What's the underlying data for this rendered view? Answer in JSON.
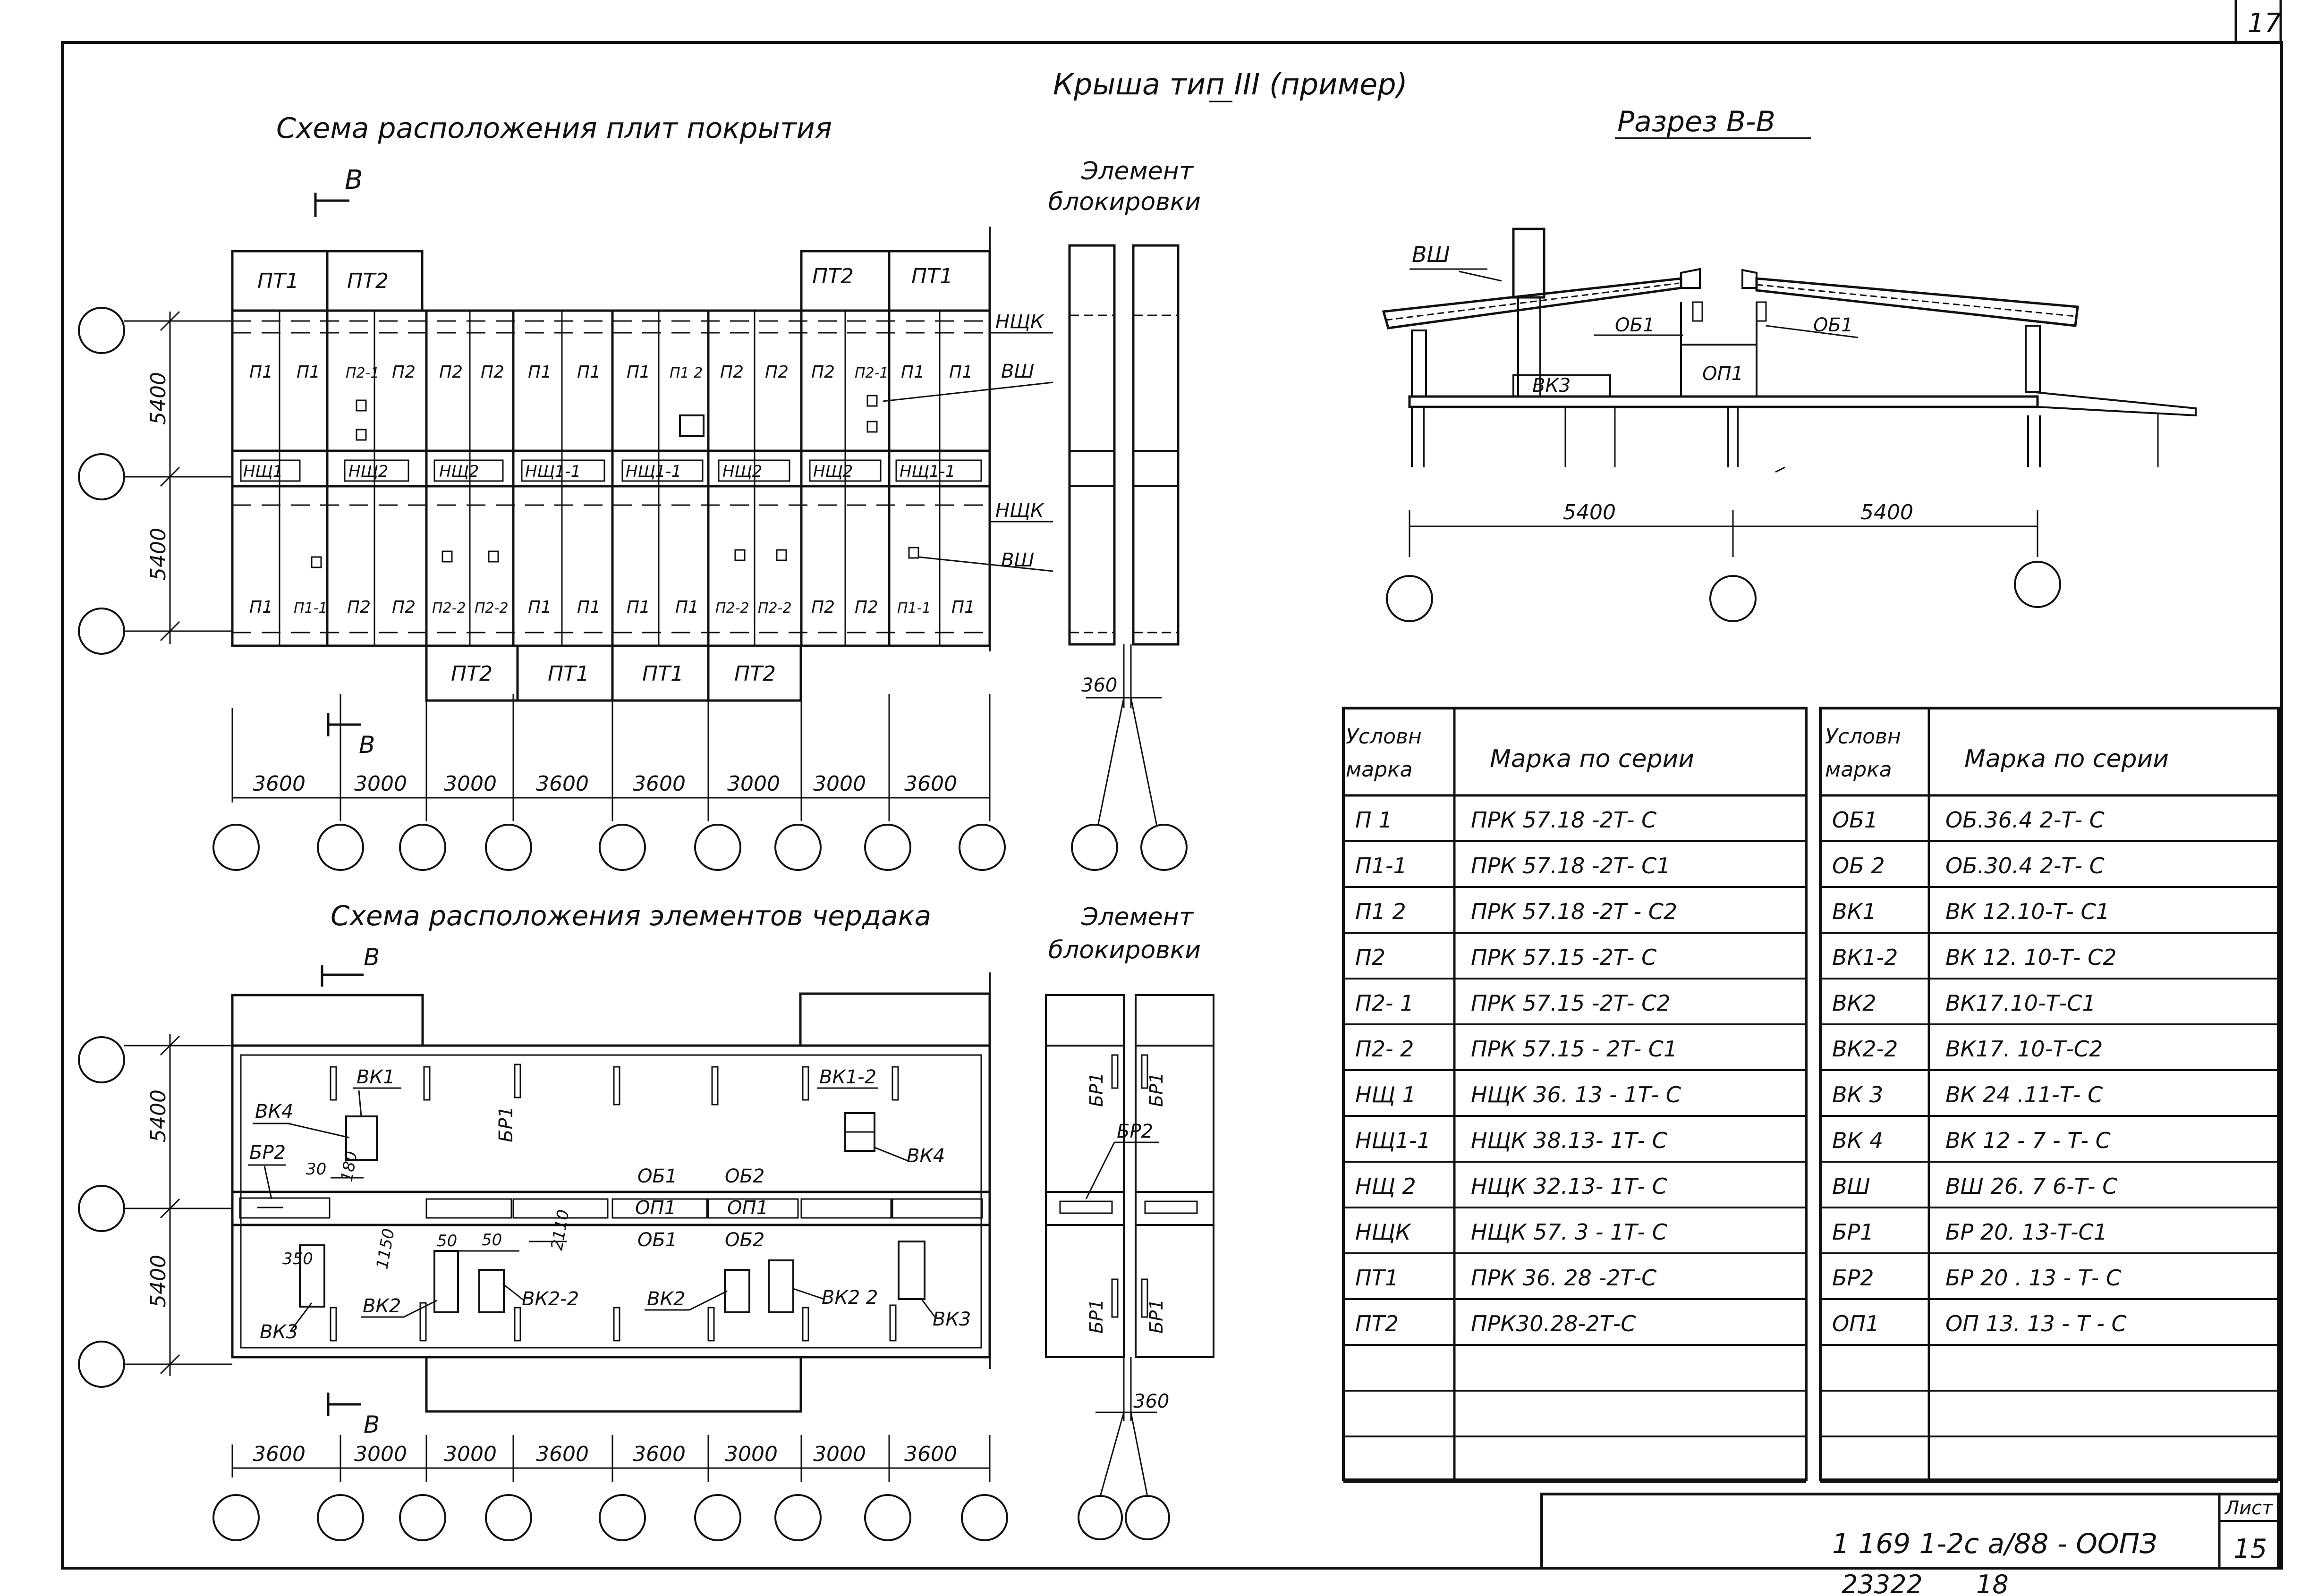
{
  "sheet": {
    "corner_number": "17",
    "title": "Крыша тип III (пример)"
  },
  "plan1": {
    "title": "Схема расположения плит покрытия",
    "section_mark": "В",
    "top_labels": [
      "ПТ1",
      "ПТ2",
      "ПТ2",
      "ПТ1"
    ],
    "row1_labels": [
      "П1",
      "П1",
      "П2-1",
      "П2",
      "П2",
      "П2",
      "П1",
      "П1",
      "П1",
      "П1 2",
      "П2",
      "П2",
      "П2",
      "П2-1",
      "П1",
      "П1"
    ],
    "row2_labels": [
      "П1",
      "П1-1",
      "П2",
      "П2",
      "П2-2",
      "П2-2",
      "П1",
      "П1",
      "П1",
      "П1",
      "П2-2",
      "П2-2",
      "П2",
      "П2",
      "П1-1",
      "П1"
    ],
    "ridge_labels": [
      "НЩ1",
      "НЩ2",
      "НЩ2",
      "НЩ1-1",
      "НЩ1-1",
      "НЩ2",
      "НЩ2",
      "НЩ1-1"
    ],
    "bottom_labels": [
      "ПТ2",
      "ПТ1",
      "ПТ1",
      "ПТ2"
    ],
    "callouts": [
      "НЩК",
      "ВШ",
      "НЩК",
      "ВШ"
    ],
    "dim_v": [
      "5400",
      "5400"
    ],
    "dim_h": [
      "3600",
      "3000",
      "3000",
      "3600",
      "3600",
      "3000",
      "3000",
      "3600"
    ]
  },
  "block1": {
    "title_1": "Элемент",
    "title_2": "блокировки",
    "dim": "360"
  },
  "section": {
    "title": "Разрез В-В",
    "labels": {
      "vsh": "ВШ",
      "ob1_left": "ОБ1",
      "ob1_right": "ОБ1",
      "vk3": "ВК3",
      "op1": "ОП1"
    },
    "dims": [
      "5400",
      "5400"
    ]
  },
  "plan2": {
    "title": "Схема расположения элементов чердака",
    "section_mark": "В",
    "labels": {
      "vk1": "ВК1",
      "vk4": "ВК4",
      "br2": "БР2",
      "br1": "БР1",
      "vk12": "ВК1-2",
      "vk4b": "ВК4",
      "ob1": "ОБ1",
      "ob2": "ОБ2",
      "op1a": "ОП1",
      "op1b": "ОП1",
      "ob1b": "ОБ1",
      "ob2b": "ОБ2",
      "vk3a": "ВК3",
      "vk2a": "ВК2",
      "vk22a": "ВК2-2",
      "vk2b": "ВК2",
      "vk22b": "ВК2 2",
      "vk3b": "ВК3"
    },
    "small_dims": {
      "d30": "30",
      "d180": "180",
      "d2110": "2110",
      "d350": "350",
      "d1150": "1150",
      "d50a": "50",
      "d50b": "50"
    },
    "dim_v": [
      "5400",
      "5400"
    ],
    "dim_h": [
      "3600",
      "3000",
      "3000",
      "3600",
      "3600",
      "3000",
      "3000",
      "3600"
    ]
  },
  "block2": {
    "title_1": "Элемент",
    "title_2": "блокировки",
    "br1": "БР1",
    "br2": "БР2",
    "dim": "360"
  },
  "table": {
    "head_mark": [
      "Условн",
      "марка"
    ],
    "head_series": "Марка по серии",
    "left": [
      [
        "П 1",
        "ПРК 57.18 -2Т- С"
      ],
      [
        "П1-1",
        "ПРК 57.18 -2Т- С1"
      ],
      [
        "П1 2",
        "ПРК 57.18 -2Т - С2"
      ],
      [
        "П2",
        "ПРК 57.15 -2Т- С"
      ],
      [
        "П2- 1",
        "ПРК 57.15 -2Т- С2"
      ],
      [
        "П2- 2",
        "ПРК 57.15 - 2Т- С1"
      ],
      [
        "НЩ 1",
        "НЩК 36. 13 - 1Т- С"
      ],
      [
        "НЩ1-1",
        "НЩК 38.13- 1Т- С"
      ],
      [
        "НЩ 2",
        "НЩК 32.13- 1Т- С"
      ],
      [
        "НЩК",
        "НЩК 57. 3 - 1Т- С"
      ],
      [
        "ПТ1",
        "ПРК 36. 28 -2Т-С"
      ],
      [
        "ПТ2",
        "ПРК30.28-2Т-С"
      ]
    ],
    "right": [
      [
        "ОБ1",
        "ОБ.36.4 2-Т- С"
      ],
      [
        "ОБ 2",
        "ОБ.30.4 2-Т- С"
      ],
      [
        "ВК1",
        "ВК 12.10-Т- С1"
      ],
      [
        "ВК1-2",
        "ВК 12. 10-Т- С2"
      ],
      [
        "ВК2",
        "ВК17.10-Т-С1"
      ],
      [
        "ВК2-2",
        "ВК17. 10-Т-С2"
      ],
      [
        "ВК 3",
        "ВК 24 .11-Т- С"
      ],
      [
        "ВК 4",
        "ВК 12 - 7 - Т- С"
      ],
      [
        "ВШ",
        "ВШ 26. 7 6-Т- С"
      ],
      [
        "БР1",
        "БР 20. 13-Т-С1"
      ],
      [
        "БР2",
        "БР 20 . 13 - Т- С"
      ],
      [
        "ОП1",
        "ОП 13. 13 - Т - С"
      ]
    ]
  },
  "stamp": {
    "list_label": "Лист",
    "code": "1 169 1-2с а/88 - ООПЗ",
    "sheet_no": "15"
  },
  "footer": {
    "inv": "23322",
    "num": "18"
  }
}
